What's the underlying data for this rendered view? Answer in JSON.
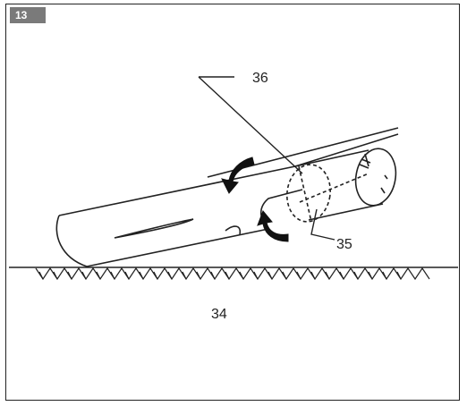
{
  "figure": {
    "badge": "13"
  },
  "callouts": {
    "label_36": "36",
    "label_35": "35",
    "label_34": "34"
  },
  "colors": {
    "line": "#222222",
    "badge_bg": "#7a7a7a"
  },
  "icons": {
    "rotation_arrow": "curved-arrow-icon",
    "ground": "ground-hatching-icon"
  }
}
